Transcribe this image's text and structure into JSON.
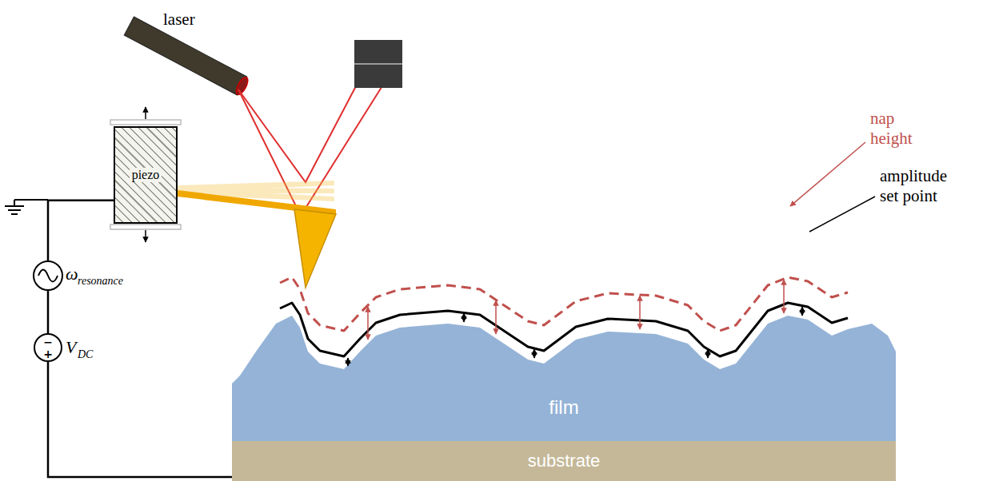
{
  "diagram": {
    "nodes": [
      {
        "text": [
          "piezo"
        ]
      },
      {
        "text": [
          "−",
          "+"
        ]
      },
      {
        "text": [
          "film"
        ]
      },
      {
        "text": [
          "substrate"
        ]
      }
    ],
    "edges": [
      {
        "from": 0,
        "to": 1,
        "arrow": "none"
      },
      {
        "from": 1,
        "to": 3,
        "arrow": "none"
      }
    ],
    "labels": [
      "laser",
      "ω",
      "resonance",
      "V",
      "DC",
      "nap height",
      "amplitude set point"
    ]
  }
}
